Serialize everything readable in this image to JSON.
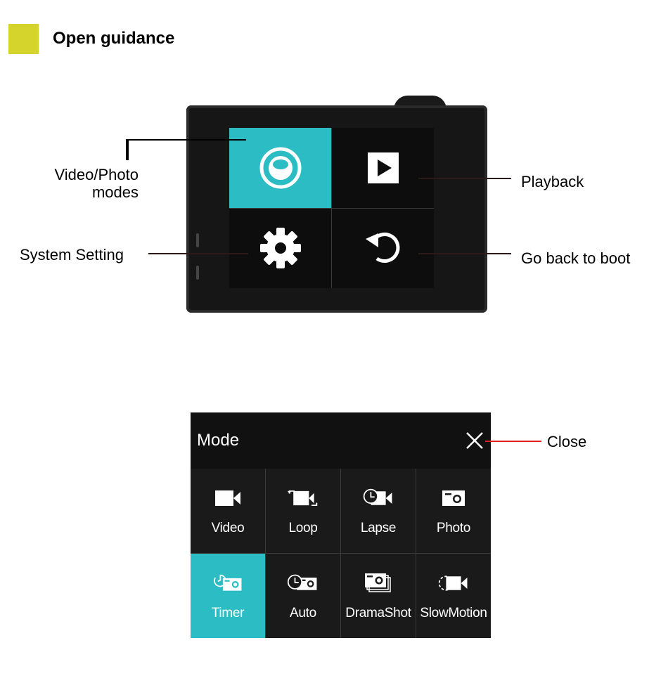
{
  "header": {
    "title": "Open guidance",
    "accent_color": "#d4d42c"
  },
  "camera": {
    "screen_tiles": [
      {
        "icon": "lens-mode-icon",
        "active": true
      },
      {
        "icon": "play-icon",
        "active": false
      },
      {
        "icon": "gear-icon",
        "active": false
      },
      {
        "icon": "undo-arrow-icon",
        "active": false
      }
    ],
    "callouts": {
      "modes_line1": "Video/Photo",
      "modes_line2": "modes",
      "playback": "Playback",
      "system_setting": "System Setting",
      "go_back": "Go back to boot"
    },
    "active_color": "#2bbcc4"
  },
  "mode_panel": {
    "title": "Mode",
    "close_icon": "close-x-icon",
    "close_callout": "Close",
    "items": [
      {
        "label": "Video",
        "icon": "video-camera-icon",
        "active": false
      },
      {
        "label": "Loop",
        "icon": "loop-video-icon",
        "active": false
      },
      {
        "label": "Lapse",
        "icon": "timelapse-icon",
        "active": false
      },
      {
        "label": "Photo",
        "icon": "photo-camera-icon",
        "active": false
      },
      {
        "label": "Timer",
        "icon": "timer-camera-icon",
        "active": true
      },
      {
        "label": "Auto",
        "icon": "auto-camera-icon",
        "active": false
      },
      {
        "label": "DramaShot",
        "icon": "dramashot-icon",
        "active": false
      },
      {
        "label": "SlowMotion",
        "icon": "slowmotion-icon",
        "active": false
      }
    ],
    "callout_line_color": "#e02020"
  }
}
